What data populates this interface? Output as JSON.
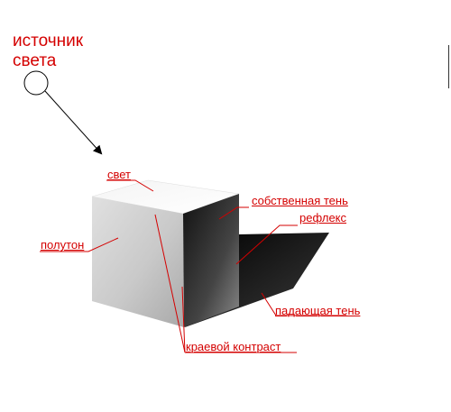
{
  "labels": {
    "light_source_line1": "источник",
    "light_source_line2": "света",
    "light": "свет",
    "own_shadow": "собственная тень",
    "reflex": "рефлекс",
    "halftone": "полутон",
    "cast_shadow": "падающая тень",
    "edge_contrast": "краевой контраст"
  },
  "colors": {
    "label_red": "#d40000",
    "pointer_line": "#d40000",
    "arrow": "#000000"
  }
}
